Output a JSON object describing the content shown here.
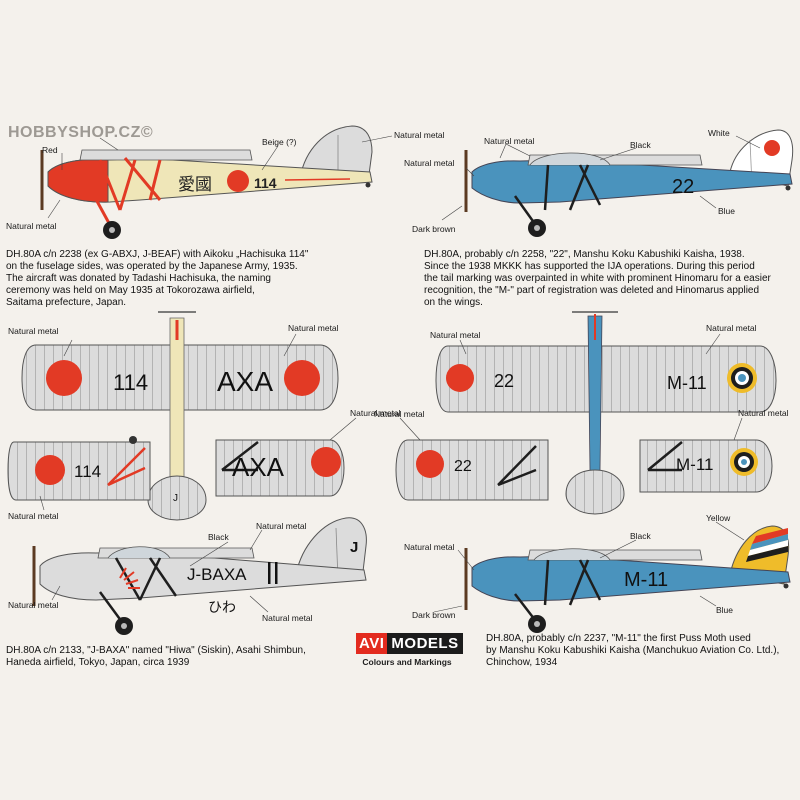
{
  "watermark": "HOBBYSHOP.CZ©",
  "logo": {
    "part1": "AVI",
    "part2": "MODELS",
    "subtitle": "Colours and Markings"
  },
  "colors": {
    "background": "#f4f1ec",
    "beige": "#efe6b8",
    "blue": "#4a93bd",
    "natural_metal": "#d9d9d9",
    "hinomaru_red": "#e23a25",
    "dark_brown": "#5b3a22",
    "black": "#1e1e1e",
    "yellow": "#efbc2a",
    "logo_red": "#e32b1f"
  },
  "aircraft": [
    {
      "caption": "DH.80A c/n 2238 (ex G-ABXJ, J-BEAF) with Aikoku „Hachisuka 114\"\non the fuselage sides, was operated by the Japanese Army, 1935.\nThe aircraft was donated by Tadashi Hachisuka,  the naming\nceremony was held on May 1935 at Tokorozawa airfield,\nSaitama prefecture, Japan.",
      "side_text": "114",
      "kanji": "愛國",
      "wing_upper_text": "114",
      "wing_lower_text": "114",
      "callouts": [
        "Red",
        "Beige (?)",
        "Natural metal",
        "Natural metal"
      ]
    },
    {
      "caption": "DH.80A, probably c/n 2258, \"22\", Manshu Koku Kabushiki Kaisha, 1938.\nSince the 1938 MKKK has supported the IJA operations. During this period\nthe tail marking was overpainted in white with prominent Hinomaru for a easier\nrecognition, the \"M-\" part of registration was deleted and Hinomarus applied\non the wings.",
      "side_text": "22",
      "wing_upper_text": "22",
      "wing_lower_text": "22",
      "callouts": [
        "Natural metal",
        "Black",
        "White",
        "Natural metal",
        "Dark brown",
        "Blue"
      ]
    },
    {
      "caption": "DH.80A c/n 2133, \"J-BAXA\" named \"Hiwa\" (Siskin), Asahi Shimbun,\nHaneda airfield, Tokyo, Japan, circa 1939",
      "side_text": "J-BAXA",
      "tail_text": "J",
      "name_text": "ひわ",
      "wing_upper_text": "AXA",
      "wing_lower_text": "AXA",
      "tailplane_text": "J",
      "callouts": [
        "Natural metal",
        "Black",
        "Natural metal",
        "Natural metal"
      ]
    },
    {
      "caption": "DH.80A, probably c/n 2237, \"M-11\" the first  Puss Moth used\nby Manshu Koku Kabushiki Kaisha (Manchukuo Aviation Co. Ltd.),\nChinchow, 1934",
      "side_text": "M-11",
      "wing_upper_text": "M-11",
      "wing_lower_text": "M-11",
      "callouts": [
        "Natural metal",
        "Black",
        "Yellow",
        "Dark brown",
        "Blue"
      ]
    }
  ],
  "wing_callouts": [
    "Natural metal",
    "Natural metal",
    "Natural metal",
    "Natural metal",
    "Natural metal",
    "Natural metal",
    "Natural metal"
  ]
}
